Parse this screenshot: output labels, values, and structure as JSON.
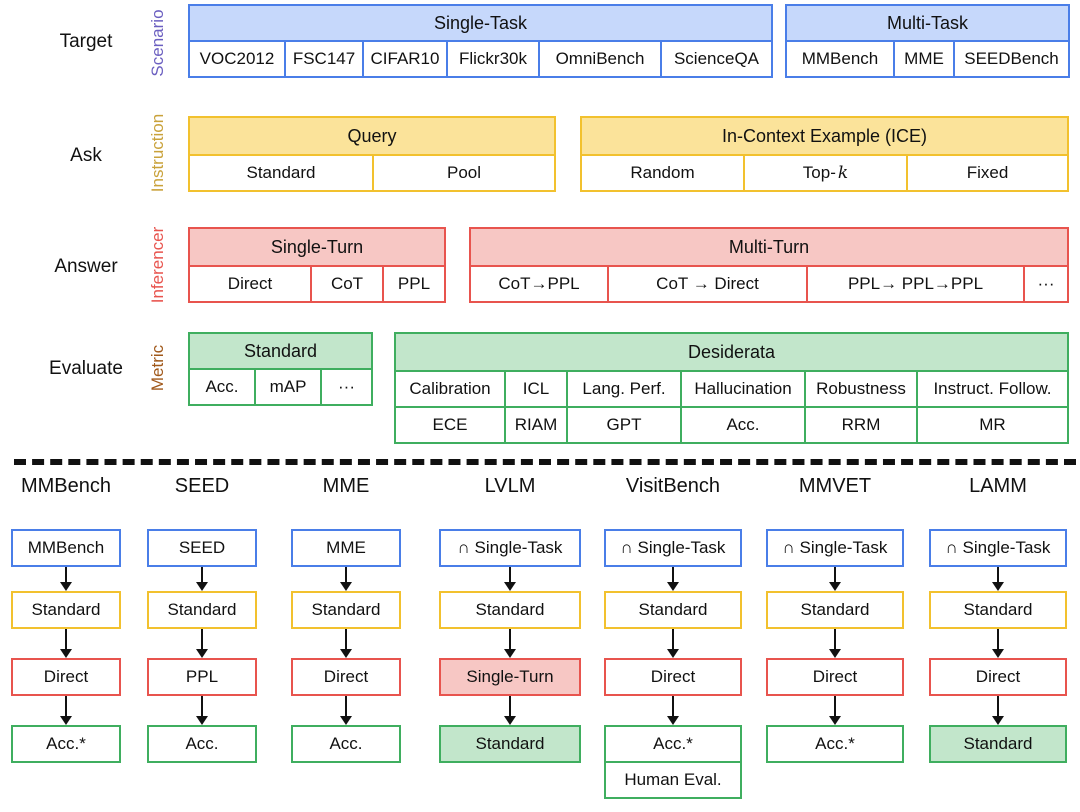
{
  "rows": {
    "target": {
      "label": "Target",
      "side": "Scenario"
    },
    "ask": {
      "label": "Ask",
      "side": "Instruction"
    },
    "answer": {
      "label": "Answer",
      "side": "Inferencer"
    },
    "evaluate": {
      "label": "Evaluate",
      "side": "Metric"
    }
  },
  "scenario": {
    "single_task": {
      "title": "Single-Task",
      "items": [
        "VOC2012",
        "FSC147",
        "CIFAR10",
        "Flickr30k",
        "OmniBench",
        "ScienceQA"
      ]
    },
    "multi_task": {
      "title": "Multi-Task",
      "items": [
        "MMBench",
        "MME",
        "SEEDBench"
      ]
    }
  },
  "instruction": {
    "query": {
      "title": "Query",
      "items": [
        "Standard",
        "Pool"
      ]
    },
    "ice": {
      "title": "In-Context Example (ICE)",
      "items": [
        "Random",
        "Top-",
        "Fixed"
      ],
      "topk_var": "k"
    }
  },
  "inferencer": {
    "single_turn": {
      "title": "Single-Turn",
      "items": [
        "Direct",
        "CoT",
        "PPL"
      ]
    },
    "multi_turn": {
      "title": "Multi-Turn",
      "items": [
        "CoT→PPL",
        "CoT → Direct",
        "PPL→ PPL→PPL",
        "···"
      ]
    }
  },
  "metric": {
    "standard": {
      "title": "Standard",
      "items": [
        "Acc.",
        "mAP",
        "···"
      ]
    },
    "desiderata": {
      "title": "Desiderata",
      "top": [
        "Calibration",
        "ICL",
        "Lang. Perf.",
        "Hallucination",
        "Robustness",
        "Instruct. Follow."
      ],
      "bottom": [
        "ECE",
        "RIAM",
        "GPT",
        "Acc.",
        "RRM",
        "MR"
      ]
    }
  },
  "benchmarks": [
    {
      "name": "MMBench",
      "scenario": "MMBench",
      "instruction": "Standard",
      "inferencer": "Direct",
      "metric": "Acc.*"
    },
    {
      "name": "SEED",
      "scenario": "SEED",
      "instruction": "Standard",
      "inferencer": "PPL",
      "metric": "Acc."
    },
    {
      "name": "MME",
      "scenario": "MME",
      "instruction": "Standard",
      "inferencer": "Direct",
      "metric": "Acc."
    },
    {
      "name": "LVLM",
      "scenario": "∩ Single-Task",
      "instruction": "Standard",
      "inferencer": "Single-Turn",
      "metric": "Standard"
    },
    {
      "name": "VisitBench",
      "scenario": "∩ Single-Task",
      "instruction": "Standard",
      "inferencer": "Direct",
      "metric": "Acc.*",
      "metric2": "Human Eval."
    },
    {
      "name": "MMVET",
      "scenario": "∩ Single-Task",
      "instruction": "Standard",
      "inferencer": "Direct",
      "metric": "Acc.*"
    },
    {
      "name": "LAMM",
      "scenario": "∩ Single-Task",
      "instruction": "Standard",
      "inferencer": "Direct",
      "metric": "Standard"
    }
  ],
  "colors": {
    "blue": "#4a7ee8",
    "yellow": "#f2c12e",
    "red": "#e8544e",
    "green": "#3fae5f"
  }
}
